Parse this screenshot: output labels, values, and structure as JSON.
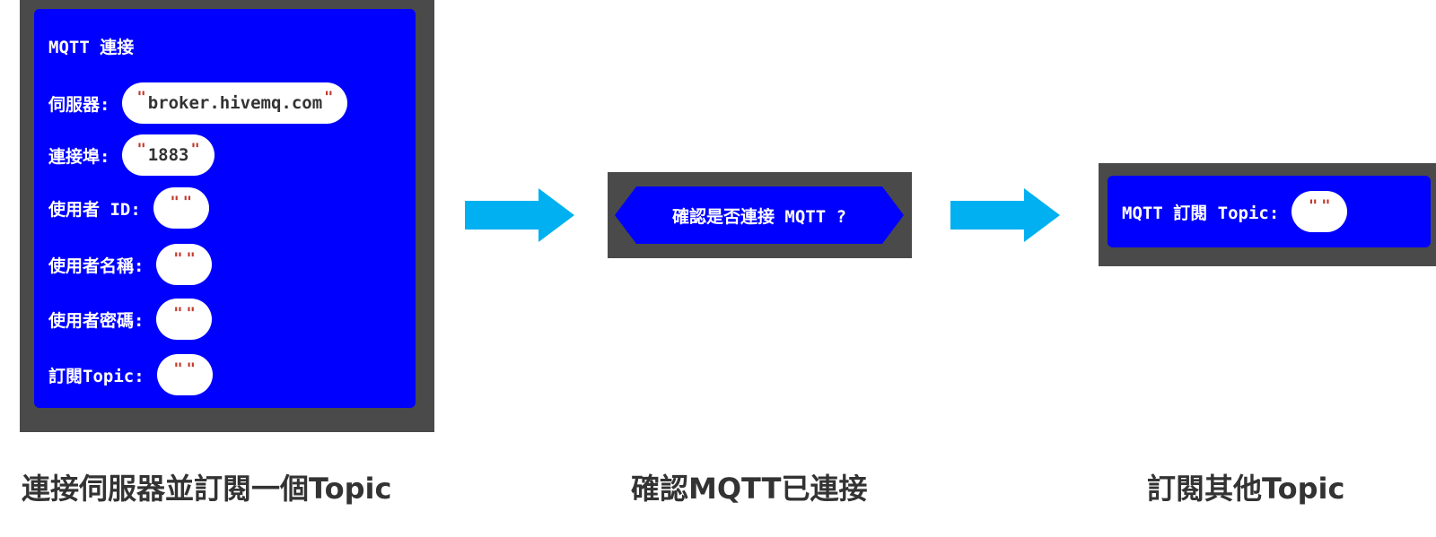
{
  "block1": {
    "title": "MQTT 連接",
    "rows": [
      {
        "label": "伺服器:",
        "value": "broker.hivemq.com"
      },
      {
        "label": "連接埠:",
        "value": "1883"
      },
      {
        "label": "使用者 ID:",
        "value": ""
      },
      {
        "label": "使用者名稱:",
        "value": ""
      },
      {
        "label": "使用者密碼:",
        "value": ""
      },
      {
        "label": "訂閱Topic:",
        "value": ""
      }
    ],
    "quote": "\""
  },
  "block2": {
    "text": "確認是否連接 MQTT ?"
  },
  "block3": {
    "label": "MQTT 訂閱 Topic:",
    "value": ""
  },
  "captions": {
    "c1": "連接伺服器並訂閱一個Topic",
    "c2": "確認MQTT已連接",
    "c3": "訂閱其他Topic"
  },
  "colors": {
    "block": "#0000ff",
    "panel": "#4a4a4a",
    "arrow": "#00b0f0",
    "quote": "#c0392b"
  }
}
